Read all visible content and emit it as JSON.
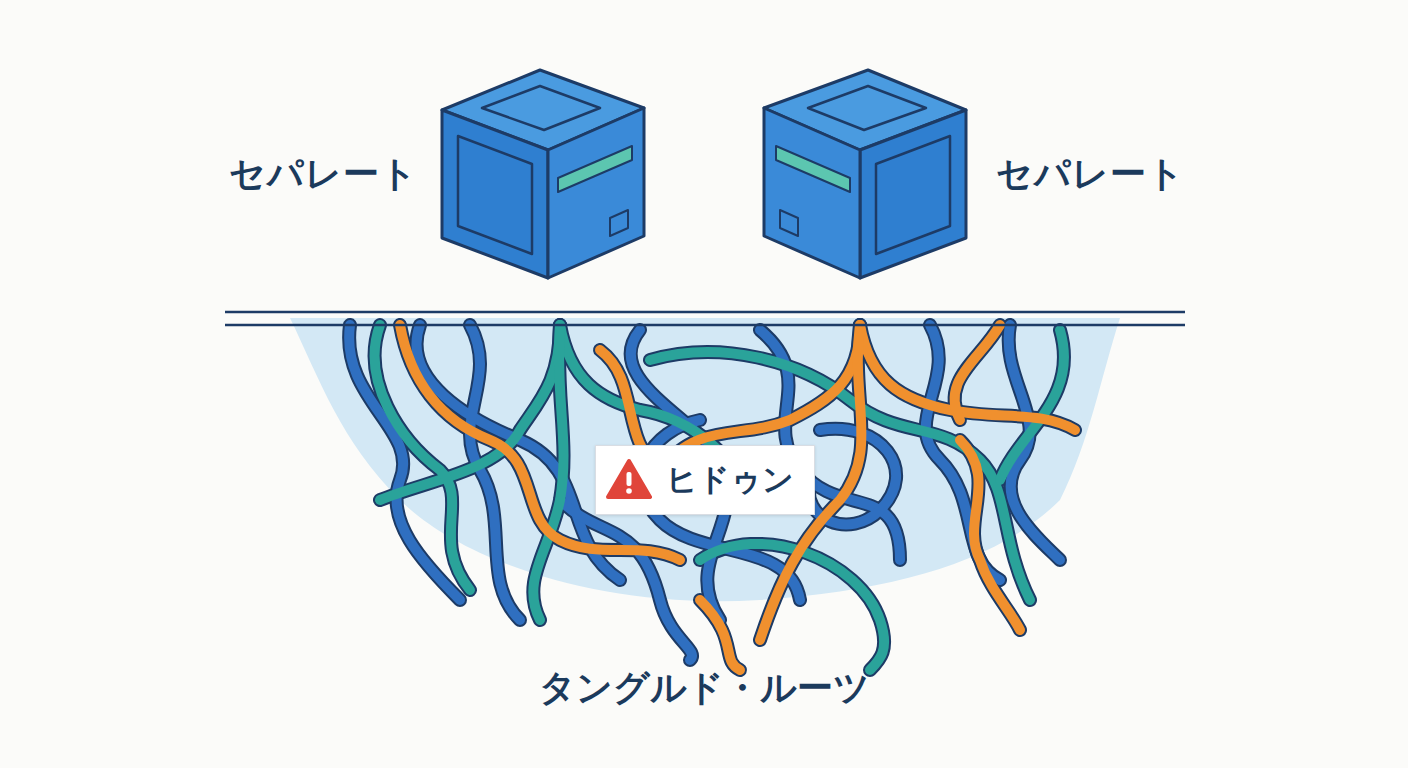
{
  "diagram": {
    "nodes": [
      {
        "text": [
          "セパレート"
        ]
      },
      {
        "text": [
          "セパレート"
        ]
      },
      {
        "text": [
          "ヒドゥン"
        ]
      }
    ],
    "labels": [
      "タングルド・ルーツ"
    ]
  }
}
